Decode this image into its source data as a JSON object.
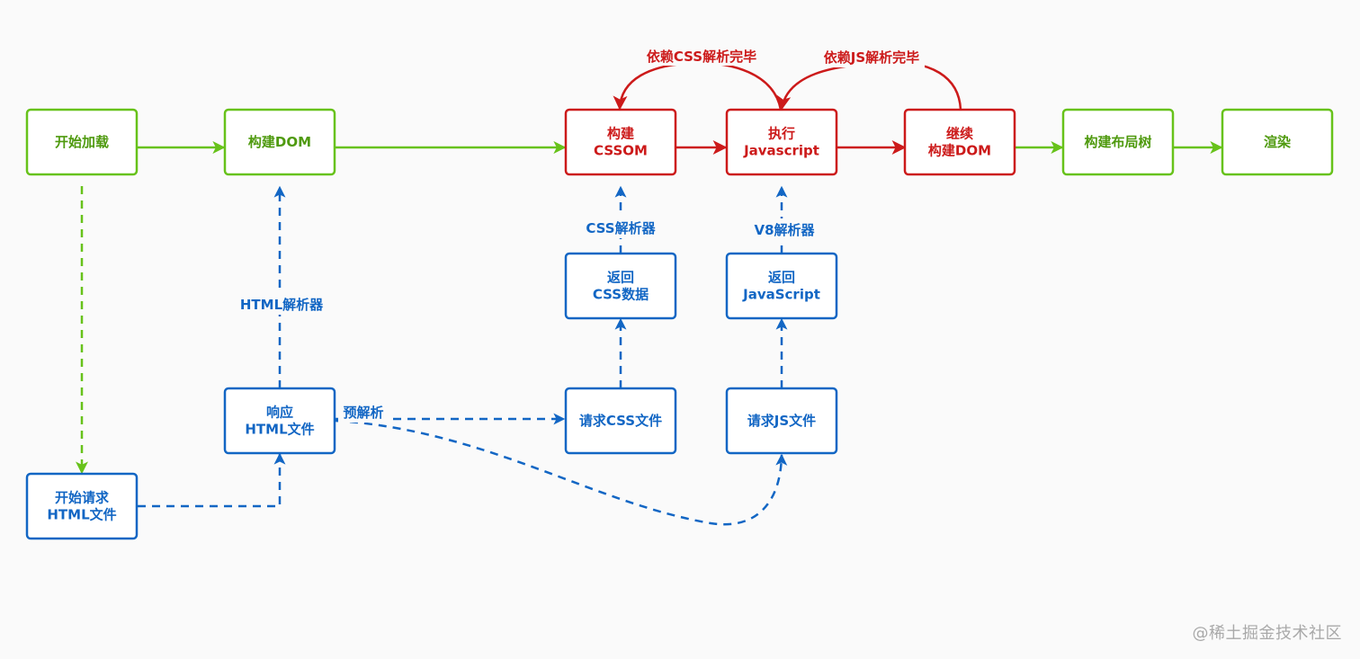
{
  "colors": {
    "green": "#67c21a",
    "green_text": "#4f9a0f",
    "red": "#cc1a1a",
    "blue": "#1266c4",
    "background": "#fafafa"
  },
  "nodes": {
    "start_load": {
      "lines": [
        "开始加载"
      ],
      "style": "green"
    },
    "build_dom": {
      "lines": [
        "构建DOM"
      ],
      "style": "green"
    },
    "build_cssom": {
      "lines": [
        "构建",
        "CSSOM"
      ],
      "style": "red"
    },
    "exec_js": {
      "lines": [
        "执行",
        "Javascript"
      ],
      "style": "red"
    },
    "continue_dom": {
      "lines": [
        "继续",
        "构建DOM"
      ],
      "style": "red"
    },
    "build_layout": {
      "lines": [
        "构建布局树"
      ],
      "style": "green"
    },
    "render": {
      "lines": [
        "渲染"
      ],
      "style": "green"
    },
    "return_css": {
      "lines": [
        "返回",
        "CSS数据"
      ],
      "style": "blue"
    },
    "return_js": {
      "lines": [
        "返回",
        "JavaScript"
      ],
      "style": "blue"
    },
    "response_html": {
      "lines": [
        "响应",
        "HTML文件"
      ],
      "style": "blue"
    },
    "request_css": {
      "lines": [
        "请求CSS文件"
      ],
      "style": "blue"
    },
    "request_js": {
      "lines": [
        "请求JS文件"
      ],
      "style": "blue"
    },
    "start_request": {
      "lines": [
        "开始请求",
        "HTML文件"
      ],
      "style": "blue"
    }
  },
  "edge_labels": {
    "depends_css": "依赖CSS解析完毕",
    "depends_js": "依赖JS解析完毕",
    "css_parser": "CSS解析器",
    "v8_parser": "V8解析器",
    "html_parser": "HTML解析器",
    "preparse": "预解析"
  },
  "watermark": "@稀土掘金技术社区"
}
